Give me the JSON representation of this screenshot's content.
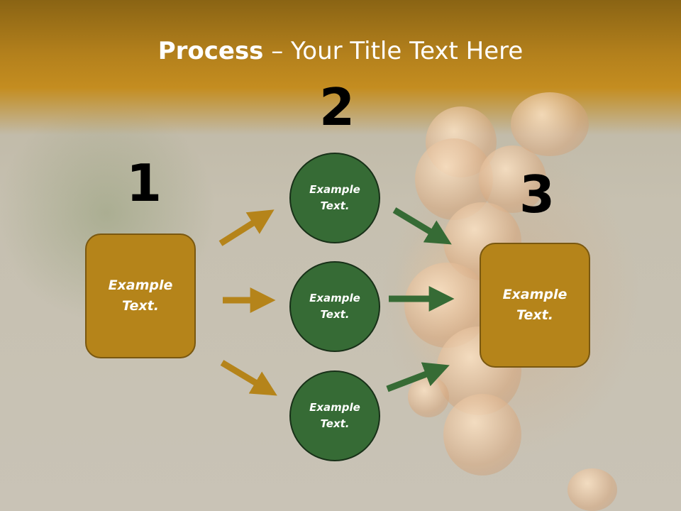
{
  "title": {
    "bold": "Process",
    "rest": " – Your Title Text Here"
  },
  "step_numbers": [
    "1",
    "2",
    "3"
  ],
  "left_box": {
    "text": "Example\nText."
  },
  "circles": [
    {
      "text": "Example\nText."
    },
    {
      "text": "Example\nText."
    },
    {
      "text": "Example\nText."
    }
  ],
  "right_box": {
    "text": "Example\nText."
  },
  "colors": {
    "header": "#c48d20",
    "box_fill": "#b5841a",
    "circle_fill": "#366b35",
    "arrow_gold": "#b5841a",
    "arrow_green": "#366b35"
  }
}
